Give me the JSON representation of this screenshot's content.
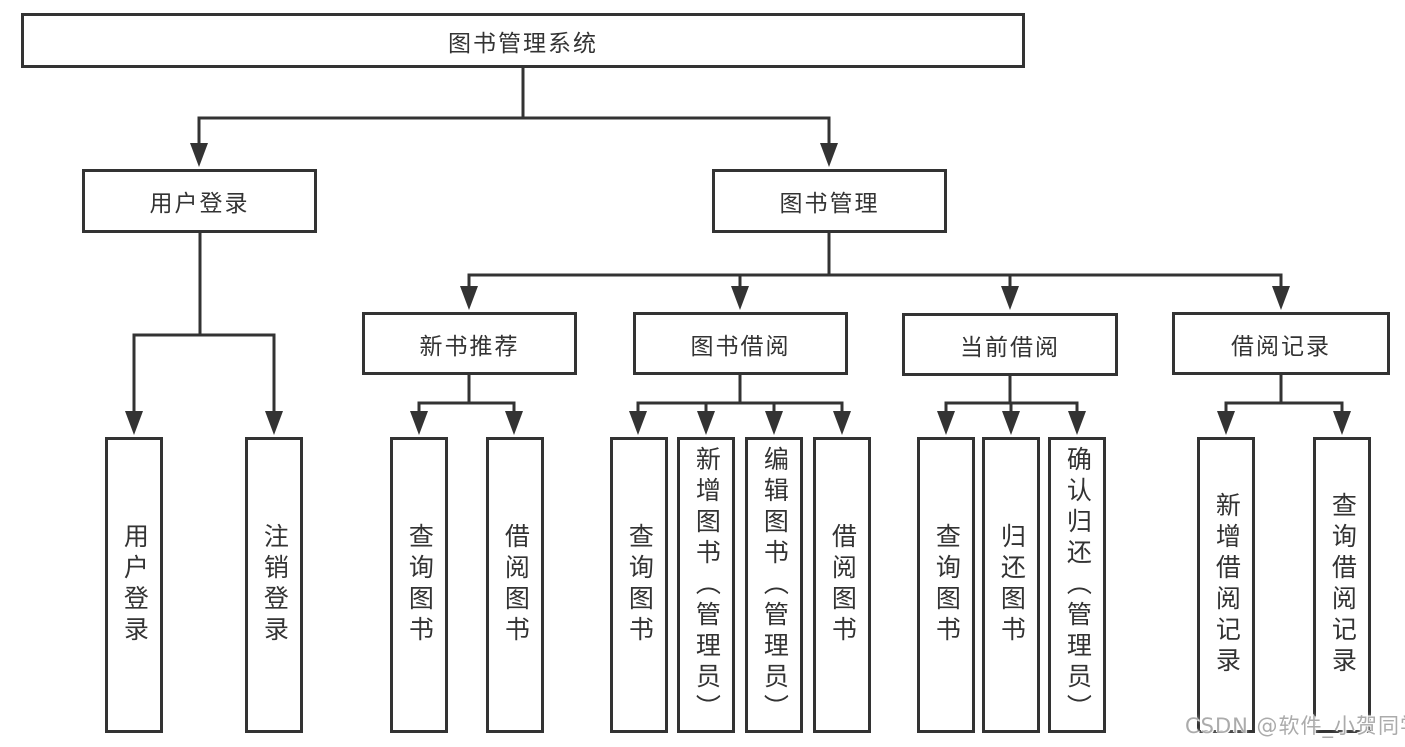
{
  "diagram_type": "hierarchy-tree",
  "colors": {
    "line": "#333333",
    "box_border": "#333333",
    "text": "#333333",
    "background": "#ffffff",
    "watermark": "#ababab"
  },
  "tree": {
    "label": "图书管理系统",
    "children": [
      {
        "label": "用户登录",
        "children": [
          {
            "label": "用户登录"
          },
          {
            "label": "注销登录"
          }
        ]
      },
      {
        "label": "图书管理",
        "children": [
          {
            "label": "新书推荐",
            "children": [
              {
                "label": "查询图书"
              },
              {
                "label": "借阅图书"
              }
            ]
          },
          {
            "label": "图书借阅",
            "children": [
              {
                "label": "查询图书"
              },
              {
                "label": "新增图书（管理员）"
              },
              {
                "label": "编辑图书（管理员）"
              },
              {
                "label": "借阅图书"
              }
            ]
          },
          {
            "label": "当前借阅",
            "children": [
              {
                "label": "查询图书"
              },
              {
                "label": "归还图书"
              },
              {
                "label": "确认归还（管理员）"
              }
            ]
          },
          {
            "label": "借阅记录",
            "children": [
              {
                "label": "新增借阅记录"
              },
              {
                "label": "查询借阅记录"
              }
            ]
          }
        ]
      }
    ]
  },
  "watermark": {
    "text": "CSDN @软件_小贺同学"
  }
}
